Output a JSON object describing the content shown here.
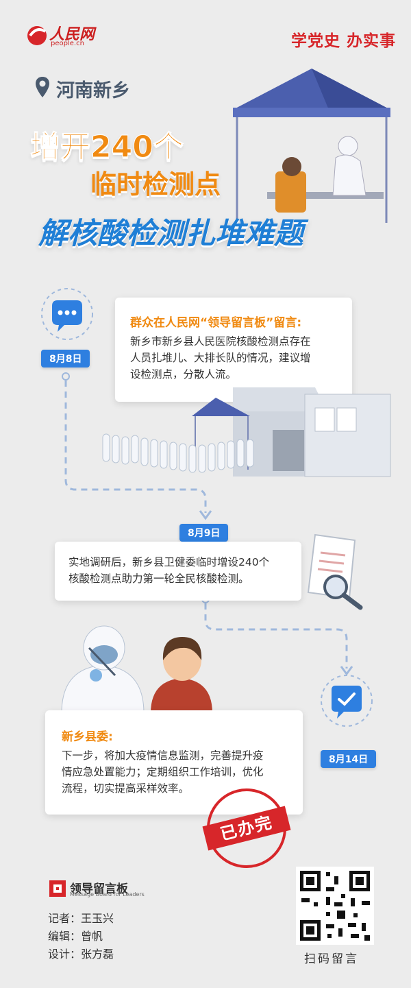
{
  "header": {
    "logo_text": "人民网",
    "logo_domain": "people.cn",
    "slogan": "学党史 办实事"
  },
  "location": "河南新乡",
  "title": {
    "line1": "增开240个",
    "line2": "临时检测点",
    "line3": "解核酸检测扎堆难题"
  },
  "timeline": [
    {
      "date": "8月8日",
      "heading": "群众在人民网“领导留言板”留言:",
      "body": [
        "新乡市新乡县人民医院核酸检测点存在",
        "人员扎堆儿、大排长队的情况，建议增",
        "设检测点，分散人流。"
      ]
    },
    {
      "date": "8月9日",
      "body": [
        "实地调研后，新乡县卫健委临时增设240个",
        "核酸检测点助力第一轮全民核酸检测。"
      ]
    },
    {
      "date": "8月14日",
      "heading": "新乡县委:",
      "body": [
        "下一步，将加大疫情信息监测，完善提升疫",
        "情应急处置能力；定期组织工作培训，优化",
        "流程，切实提高采样效率。"
      ]
    }
  ],
  "stamp": "已办完",
  "footer": {
    "brand": "领导留言板",
    "brand_sub": "Message Board for Leaders",
    "credits": [
      "记者：王玉兴",
      "编辑：曾帆",
      "设计：张方磊"
    ],
    "qr_label": "扫码留言"
  },
  "colors": {
    "accent_orange": "#f08a12",
    "accent_blue": "#2e7fe0",
    "brand_red": "#d7262a"
  }
}
